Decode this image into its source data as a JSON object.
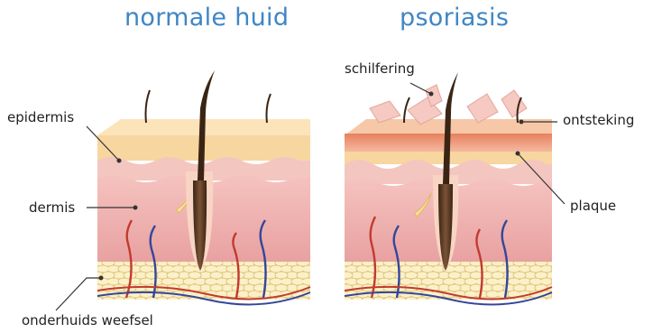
{
  "titles": {
    "normal": "normale huid",
    "psoriasis": "psoriasis"
  },
  "labels": {
    "epidermis": "epidermis",
    "dermis": "dermis",
    "subcutis": "onderhuids weefsel",
    "scaling": "schilfering",
    "inflammation": "ontsteking",
    "plaque": "plaque"
  },
  "colors": {
    "title": "#3f86c5",
    "text": "#222222",
    "epidermis": "#f7d9a4",
    "dermis": "#f0a7a8",
    "fat": "#f6e3a6",
    "artery": "#c0392b",
    "vein": "#34469a",
    "hair": "#5a3a22",
    "inflamed": "#e47b55"
  }
}
